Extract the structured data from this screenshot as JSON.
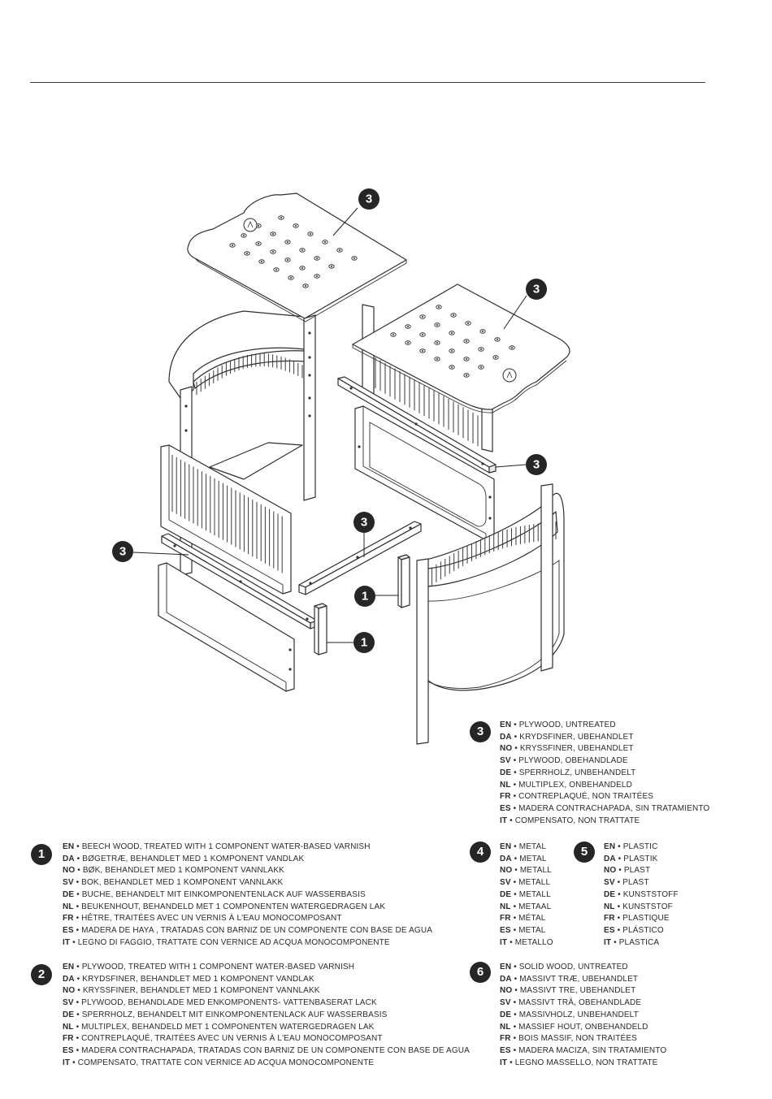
{
  "diagram": {
    "callouts": [
      "3",
      "3",
      "3",
      "3",
      "3",
      "1",
      "1"
    ]
  },
  "materials": [
    {
      "number": "1",
      "lines": [
        {
          "code": "EN",
          "text": "BEECH WOOD, TREATED WITH 1 COMPONENT WATER-BASED VARNISH"
        },
        {
          "code": "DA",
          "text": "BØGETRÆ, BEHANDLET MED 1 KOMPONENT VANDLAK"
        },
        {
          "code": "NO",
          "text": " BØK, BEHANDLET MED 1 KOMPONENT VANNLAKK"
        },
        {
          "code": "SV",
          "text": "BOK, BEHANDLET MED 1 KOMPONENT VANNLAKK"
        },
        {
          "code": "DE",
          "text": "BUCHE, BEHANDELT MIT EINKOMPONENTENLACK AUF WASSERBASIS"
        },
        {
          "code": "NL",
          "text": "BEUKENHOUT, BEHANDELD MET 1 COMPONENTEN WATERGEDRAGEN LAK"
        },
        {
          "code": "FR",
          "text": "HÊTRE, TRAITÉES AVEC UN VERNIS À L'EAU MONOCOMPOSANT"
        },
        {
          "code": "ES",
          "text": "MADERA DE HAYA , TRATADAS CON BARNIZ DE UN COMPONENTE CON BASE DE AGUA"
        },
        {
          "code": "IT",
          "text": "LEGNO DI FAGGIO, TRATTATE CON VERNICE AD ACQUA MONOCOMPONENTE"
        }
      ]
    },
    {
      "number": "2",
      "lines": [
        {
          "code": "EN",
          "text": "PLYWOOD, TREATED WITH 1 COMPONENT WATER-BASED VARNISH"
        },
        {
          "code": "DA",
          "text": "KRYDSFINER, BEHANDLET MED 1 KOMPONENT VANDLAK"
        },
        {
          "code": "NO",
          "text": " KRYSSFINER, BEHANDLET MED 1 KOMPONENT VANNLAKK"
        },
        {
          "code": "SV",
          "text": "PLYWOOD, BEHANDLADE MED ENKOMPONENTS- VATTENBASERAT LACK"
        },
        {
          "code": "DE",
          "text": "SPERRHOLZ, BEHANDELT MIT EINKOMPONENTENLACK AUF WASSERBASIS"
        },
        {
          "code": "NL",
          "text": "MULTIPLEX, BEHANDELD MET 1 COMPONENTEN WATERGEDRAGEN LAK"
        },
        {
          "code": "FR",
          "text": "CONTREPLAQUÉ, TRAITÉES AVEC UN VERNIS À L'EAU MONOCOMPOSANT"
        },
        {
          "code": "ES",
          "text": "MADERA CONTRACHAPADA, TRATADAS CON BARNIZ DE UN COMPONENTE CON BASE DE AGUA"
        },
        {
          "code": "IT",
          "text": "COMPENSATO, TRATTATE CON VERNICE AD ACQUA MONOCOMPONENTE"
        }
      ]
    },
    {
      "number": "3",
      "lines": [
        {
          "code": "EN",
          "text": "PLYWOOD, UNTREATED"
        },
        {
          "code": "DA",
          "text": "KRYDSFINER, UBEHANDLET"
        },
        {
          "code": "NO",
          "text": " KRYSSFINER, UBEHANDLET"
        },
        {
          "code": "SV",
          "text": "PLYWOOD, OBEHANDLADE"
        },
        {
          "code": "DE",
          "text": "SPERRHOLZ, UNBEHANDELT"
        },
        {
          "code": "NL",
          "text": "MULTIPLEX, ONBEHANDELD"
        },
        {
          "code": "FR",
          "text": "CONTREPLAQUÉ, NON TRAITÉES"
        },
        {
          "code": "ES",
          "text": "MADERA CONTRACHAPADA, SIN TRATAMIENTO"
        },
        {
          "code": "IT",
          "text": "COMPENSATO, NON TRATTATE"
        }
      ]
    },
    {
      "number": "4",
      "lines": [
        {
          "code": "EN",
          "text": "METAL"
        },
        {
          "code": "DA",
          "text": "METAL"
        },
        {
          "code": "NO",
          "text": " METALL"
        },
        {
          "code": "SV",
          "text": "METALL"
        },
        {
          "code": "DE",
          "text": "METALL"
        },
        {
          "code": "NL",
          "text": "METAAL"
        },
        {
          "code": "FR",
          "text": "MÉTAL"
        },
        {
          "code": "ES",
          "text": "METAL"
        },
        {
          "code": "IT",
          "text": "METALLO"
        }
      ]
    },
    {
      "number": "5",
      "lines": [
        {
          "code": "EN",
          "text": "PLASTIC"
        },
        {
          "code": "DA",
          "text": "PLASTIK"
        },
        {
          "code": "NO",
          "text": " PLAST"
        },
        {
          "code": "SV",
          "text": "PLAST"
        },
        {
          "code": "DE",
          "text": "KUNSTSTOFF"
        },
        {
          "code": "NL",
          "text": "KUNSTSTOF"
        },
        {
          "code": "FR",
          "text": "PLASTIQUE"
        },
        {
          "code": "ES",
          "text": "PLÁSTICO"
        },
        {
          "code": "IT",
          "text": "PLASTICA"
        }
      ]
    },
    {
      "number": "6",
      "lines": [
        {
          "code": "EN",
          "text": "SOLID WOOD, UNTREATED"
        },
        {
          "code": "DA",
          "text": "MASSIVT TRÆ, UBEHANDLET"
        },
        {
          "code": "NO",
          "text": " MASSIVT TRE, UBEHANDLET"
        },
        {
          "code": "SV",
          "text": "MASSIVT TRÄ, OBEHANDLADE"
        },
        {
          "code": "DE",
          "text": "MASSIVHOLZ, UNBEHANDELT"
        },
        {
          "code": "NL",
          "text": "MASSIEF HOUT, ONBEHANDELD"
        },
        {
          "code": "FR",
          "text": "BOIS MASSIF, NON TRAITÉES"
        },
        {
          "code": "ES",
          "text": "MADERA MACIZA, SIN TRATAMIENTO"
        },
        {
          "code": "IT",
          "text": "LEGNO MASSELLO, NON TRATTATE"
        }
      ]
    }
  ]
}
